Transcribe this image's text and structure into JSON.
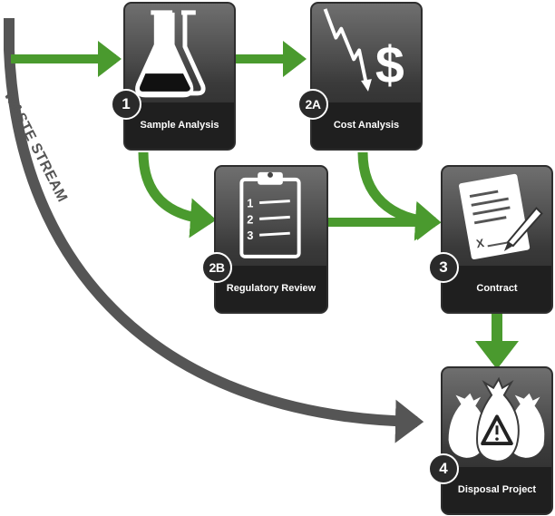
{
  "steps": {
    "sample_analysis": {
      "number": "1",
      "label": "Sample Analysis"
    },
    "cost_analysis": {
      "number": "2A",
      "label": "Cost Analysis"
    },
    "regulatory_review": {
      "number": "2B",
      "label": "Regulatory Review",
      "checklist": [
        "1",
        "2",
        "3"
      ]
    },
    "contract": {
      "number": "3",
      "label": "Contract",
      "mark": "X"
    },
    "disposal_project": {
      "number": "4",
      "label": "Disposal Project"
    }
  },
  "waste_stream_label": "WASTE STREAM",
  "colors": {
    "flow_arrow": "#4a9a2e",
    "waste_arrow": "#555555",
    "box_dark": "#1f1f1f"
  },
  "icons": [
    "flasks-icon",
    "falling-cost-icon",
    "clipboard-checklist-icon",
    "signed-contract-icon",
    "waste-bags-icon"
  ]
}
